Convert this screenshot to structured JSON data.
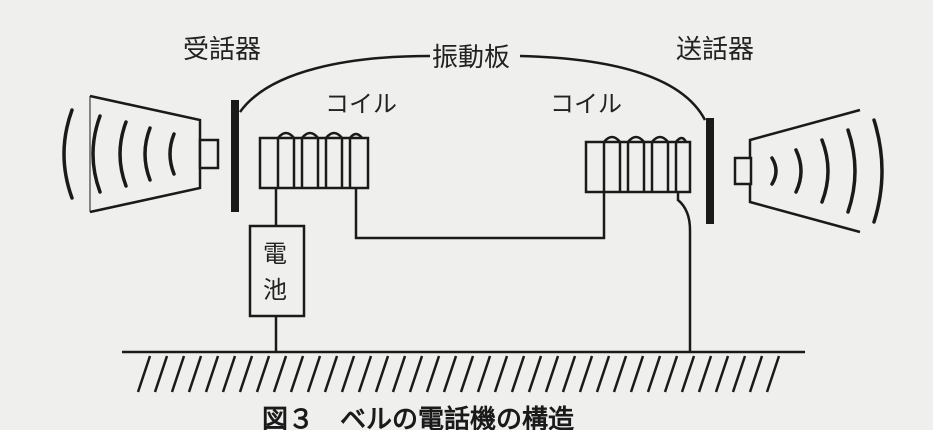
{
  "labels": {
    "receiver": "受話器",
    "transmitter": "送話器",
    "diaphragm": "振動板",
    "coil_left": "コイル",
    "coil_right": "コイル",
    "battery_line1": "電",
    "battery_line2": "池"
  },
  "caption": "図３　ベルの電話機の構造",
  "colors": {
    "ink": "#1a1a1a",
    "paper": "#efefed"
  }
}
